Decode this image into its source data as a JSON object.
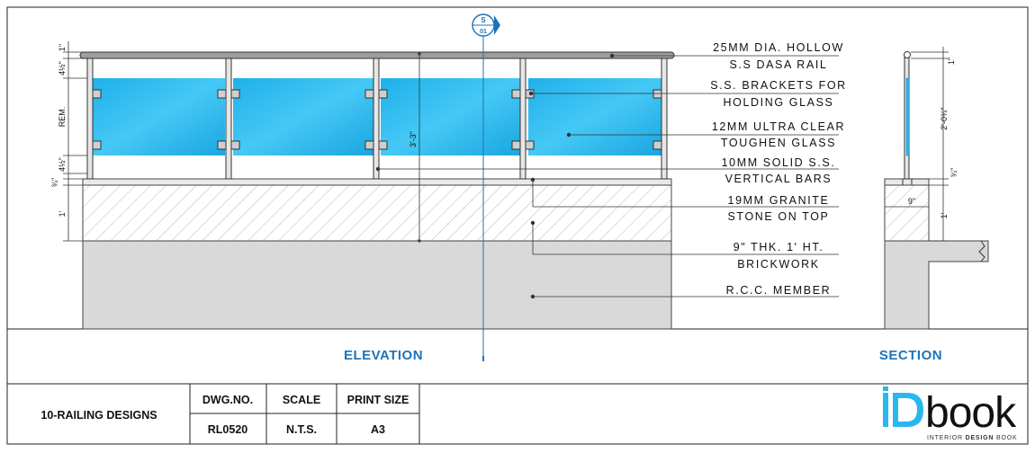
{
  "section_marker": {
    "top": "S",
    "bottom": "01"
  },
  "labels": [
    {
      "line1": "25MM DIA. HOLLOW",
      "line2": "S.S DASA RAIL"
    },
    {
      "line1": "S.S. BRACKETS FOR",
      "line2": "HOLDING GLASS"
    },
    {
      "line1": "12MM ULTRA CLEAR",
      "line2": "TOUGHEN GLASS"
    },
    {
      "line1": "10MM SOLID S.S.",
      "line2": "VERTICAL BARS"
    },
    {
      "line1": "19MM GRANITE",
      "line2": "STONE ON TOP"
    },
    {
      "line1": "9\" THK. 1' HT.",
      "line2": "BRICKWORK"
    },
    {
      "line1": "",
      "line2": "R.C.C. MEMBER"
    }
  ],
  "dims_left": {
    "top": "1\"",
    "four_half_a": "4½\"",
    "rem": "REM.",
    "four_half_b": "4½\"",
    "three_quarter": "¾\"",
    "one_ft": "1'"
  },
  "dim_center": "3'-3\"",
  "dims_section": {
    "one_in": "1\"",
    "height": "2'-0¾\"",
    "three_quarter": "¾\"",
    "nine_in": "9\"",
    "one_ft": "1'"
  },
  "views": {
    "elevation": "ELEVATION",
    "section": "SECTION"
  },
  "title_block": {
    "title": "10-RAILING DESIGNS",
    "dwg_label": "DWG.NO.",
    "dwg_value": "RL0520",
    "scale_label": "SCALE",
    "scale_value": "N.T.S.",
    "print_label": "PRINT SIZE",
    "print_value": "A3"
  },
  "logo": {
    "main": "iDbook",
    "tagline_a": "INTERIOR ",
    "tagline_b": "DESIGN",
    "tagline_c": " BOOK"
  },
  "colors": {
    "glass": "#29b8ee",
    "view_title": "#1e73b8",
    "concrete": "#d9d9d9"
  }
}
